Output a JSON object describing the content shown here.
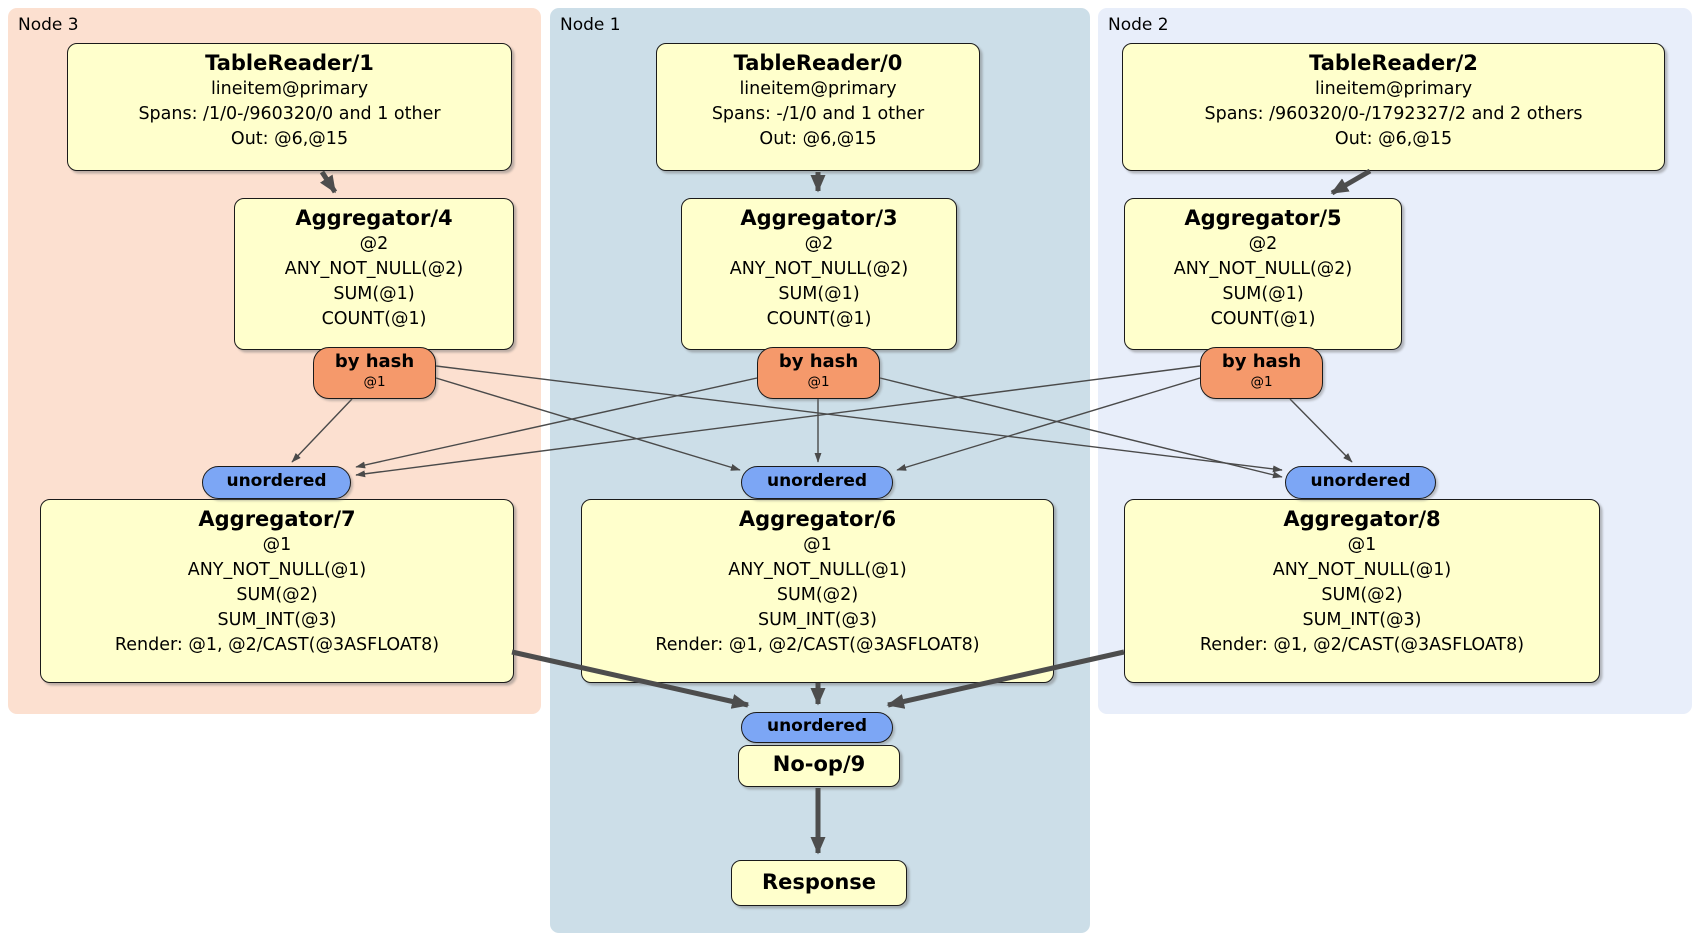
{
  "colors": {
    "node3_bg": "#fce0d0",
    "node1_bg": "#ccdee8",
    "node2_bg": "#e8eefa",
    "processor_fill": "#ffffcc",
    "router_fill": "#f5996b",
    "sync_fill": "#7ca6f5",
    "edge": "#4d4d4d",
    "border": "#1a1a1a"
  },
  "regions": {
    "node3": {
      "label": "Node 3"
    },
    "node1": {
      "label": "Node 1"
    },
    "node2": {
      "label": "Node 2"
    }
  },
  "processors": {
    "tr1": {
      "title": "TableReader/1",
      "lines": [
        "lineitem@primary",
        "Spans: /1/0-/960320/0 and 1 other",
        "Out: @6,@15"
      ]
    },
    "tr0": {
      "title": "TableReader/0",
      "lines": [
        "lineitem@primary",
        "Spans: -/1/0 and 1 other",
        "Out: @6,@15"
      ]
    },
    "tr2": {
      "title": "TableReader/2",
      "lines": [
        "lineitem@primary",
        "Spans: /960320/0-/1792327/2 and 2 others",
        "Out: @6,@15"
      ]
    },
    "agg4": {
      "title": "Aggregator/4",
      "lines": [
        "@2",
        "ANY_NOT_NULL(@2)",
        "SUM(@1)",
        "COUNT(@1)"
      ]
    },
    "agg3": {
      "title": "Aggregator/3",
      "lines": [
        "@2",
        "ANY_NOT_NULL(@2)",
        "SUM(@1)",
        "COUNT(@1)"
      ]
    },
    "agg5": {
      "title": "Aggregator/5",
      "lines": [
        "@2",
        "ANY_NOT_NULL(@2)",
        "SUM(@1)",
        "COUNT(@1)"
      ]
    },
    "agg7": {
      "title": "Aggregator/7",
      "lines": [
        "@1",
        "ANY_NOT_NULL(@1)",
        "SUM(@2)",
        "SUM_INT(@3)",
        "Render: @1, @2/CAST(@3ASFLOAT8)"
      ]
    },
    "agg6": {
      "title": "Aggregator/6",
      "lines": [
        "@1",
        "ANY_NOT_NULL(@1)",
        "SUM(@2)",
        "SUM_INT(@3)",
        "Render: @1, @2/CAST(@3ASFLOAT8)"
      ]
    },
    "agg8": {
      "title": "Aggregator/8",
      "lines": [
        "@1",
        "ANY_NOT_NULL(@1)",
        "SUM(@2)",
        "SUM_INT(@3)",
        "Render: @1, @2/CAST(@3ASFLOAT8)"
      ]
    },
    "noop": {
      "title": "No-op/9"
    },
    "response": {
      "title": "Response"
    }
  },
  "router": {
    "label": "by hash",
    "stream": "@1"
  },
  "sync": {
    "label": "unordered"
  },
  "edges": [
    {
      "from": "TableReader/1",
      "to": "Aggregator/4"
    },
    {
      "from": "TableReader/0",
      "to": "Aggregator/3"
    },
    {
      "from": "TableReader/2",
      "to": "Aggregator/5"
    },
    {
      "from": "Aggregator/4 (by hash @1)",
      "to": "Aggregator/7 (unordered)"
    },
    {
      "from": "Aggregator/4 (by hash @1)",
      "to": "Aggregator/6 (unordered)"
    },
    {
      "from": "Aggregator/4 (by hash @1)",
      "to": "Aggregator/8 (unordered)"
    },
    {
      "from": "Aggregator/3 (by hash @1)",
      "to": "Aggregator/7 (unordered)"
    },
    {
      "from": "Aggregator/3 (by hash @1)",
      "to": "Aggregator/6 (unordered)"
    },
    {
      "from": "Aggregator/3 (by hash @1)",
      "to": "Aggregator/8 (unordered)"
    },
    {
      "from": "Aggregator/5 (by hash @1)",
      "to": "Aggregator/7 (unordered)"
    },
    {
      "from": "Aggregator/5 (by hash @1)",
      "to": "Aggregator/6 (unordered)"
    },
    {
      "from": "Aggregator/5 (by hash @1)",
      "to": "Aggregator/8 (unordered)"
    },
    {
      "from": "Aggregator/7",
      "to": "No-op/9 (unordered)"
    },
    {
      "from": "Aggregator/6",
      "to": "No-op/9 (unordered)"
    },
    {
      "from": "Aggregator/8",
      "to": "No-op/9 (unordered)"
    },
    {
      "from": "No-op/9",
      "to": "Response"
    }
  ]
}
